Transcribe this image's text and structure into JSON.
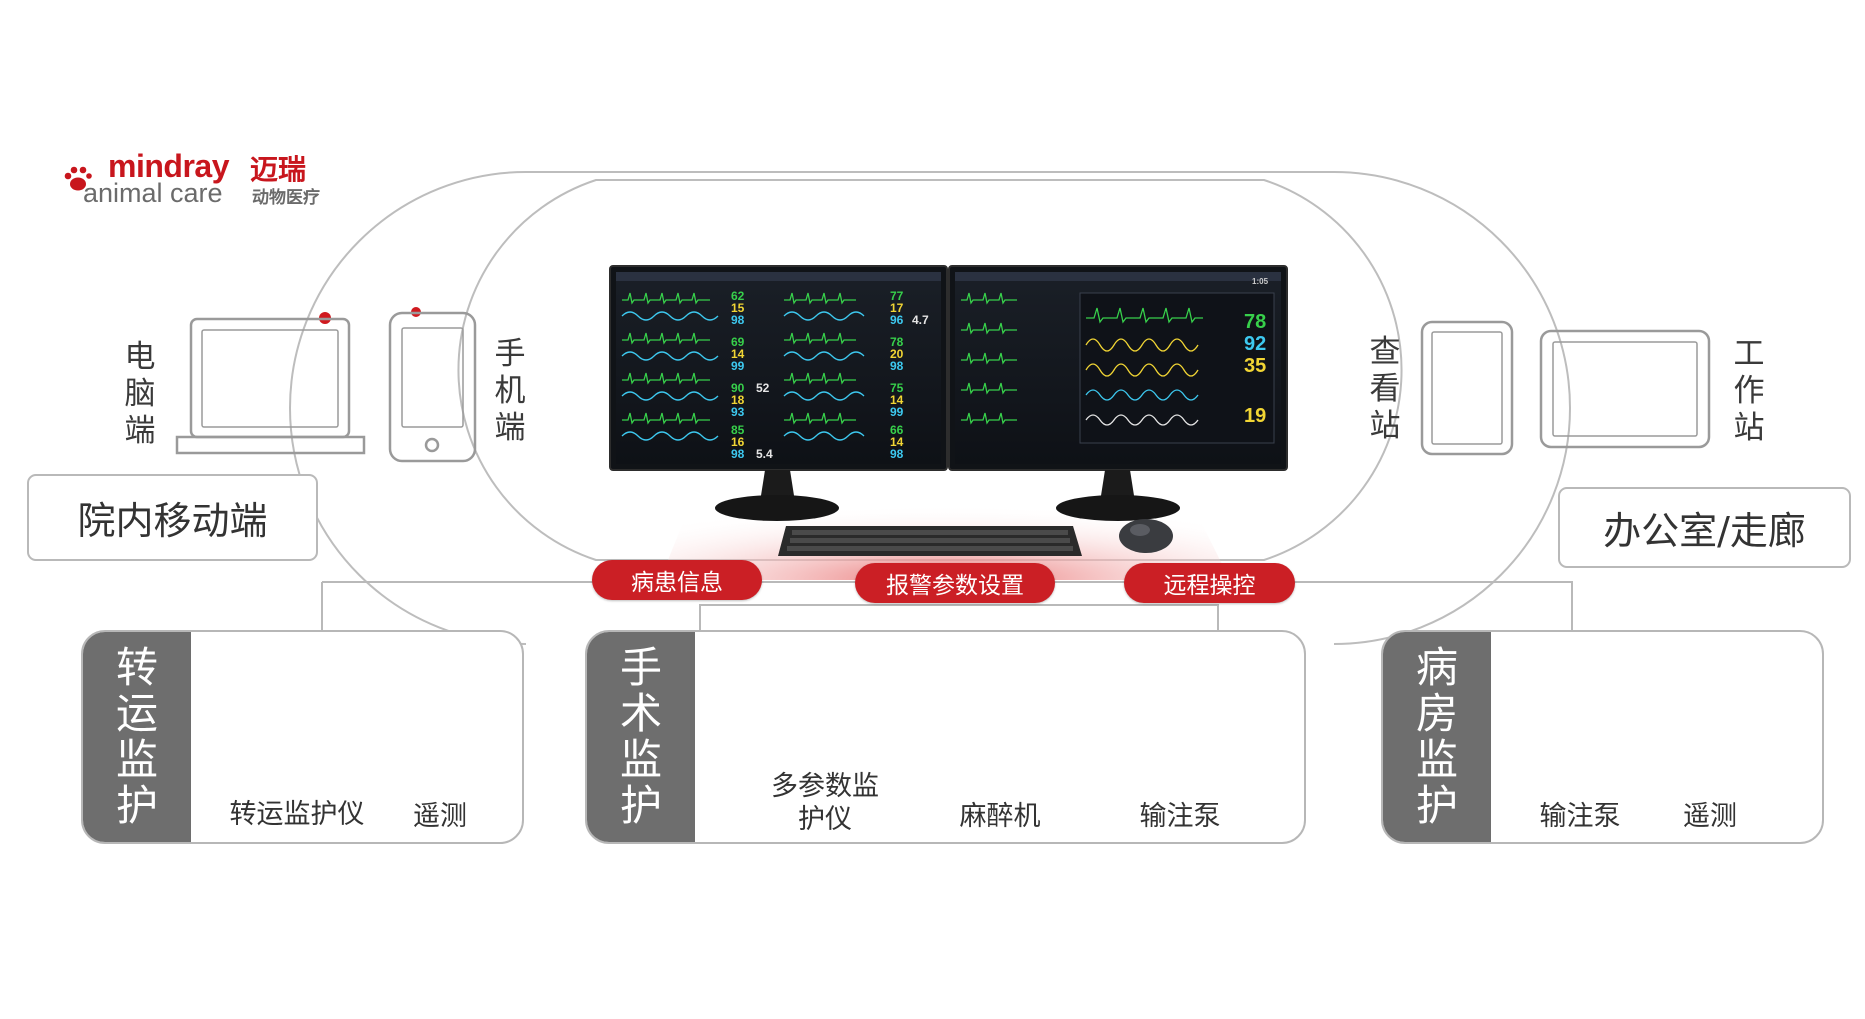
{
  "logo": {
    "brand": "mindray",
    "brand_cn": "迈瑞",
    "sub": "animal care",
    "sub_cn": "动物医疗"
  },
  "mobile": {
    "pc_label": "电脑端",
    "phone_label": "手机端",
    "box_label": "院内移动端"
  },
  "office": {
    "viewer_label": "查看站",
    "workstation_label": "工作站",
    "box_label": "办公室/走廊"
  },
  "features": [
    "病患信息",
    "报警参数设置",
    "远程操控"
  ],
  "monitor_readings": {
    "left": [
      "62",
      "15",
      "98",
      "77",
      "17",
      "96",
      "4.7",
      "69",
      "14",
      "99",
      "78",
      "20",
      "98",
      "90",
      "18",
      "93",
      "52",
      "75",
      "14",
      "99",
      "85",
      "16",
      "98",
      "66",
      "14",
      "98",
      "5.4"
    ],
    "right": [
      "78",
      "92",
      "35",
      "19",
      "1:05"
    ]
  },
  "panels": {
    "transport": {
      "title": "转运监护",
      "devices": [
        "转运监护仪",
        "遥测"
      ]
    },
    "surgery": {
      "title": "手术监护",
      "devices": [
        "多参数监护仪",
        "麻醉机",
        "输注泵"
      ]
    },
    "ward": {
      "title": "病房监护",
      "devices": [
        "输注泵",
        "遥测"
      ]
    }
  },
  "colors": {
    "brand_red": "#c8161d",
    "pill_red": "#cb1f25",
    "panel_gray": "#6e6e6e",
    "line_gray": "#b7b7b7"
  },
  "icons": [
    "paw-icon",
    "laptop-icon",
    "phone-icon",
    "tablet-icon",
    "monitor-icon",
    "keyboard-icon",
    "mouse-icon",
    "transport-monitor-icon",
    "telemetry-icon",
    "multiparameter-monitor-icon",
    "anesthesia-machine-icon",
    "infusion-pump-icon"
  ]
}
